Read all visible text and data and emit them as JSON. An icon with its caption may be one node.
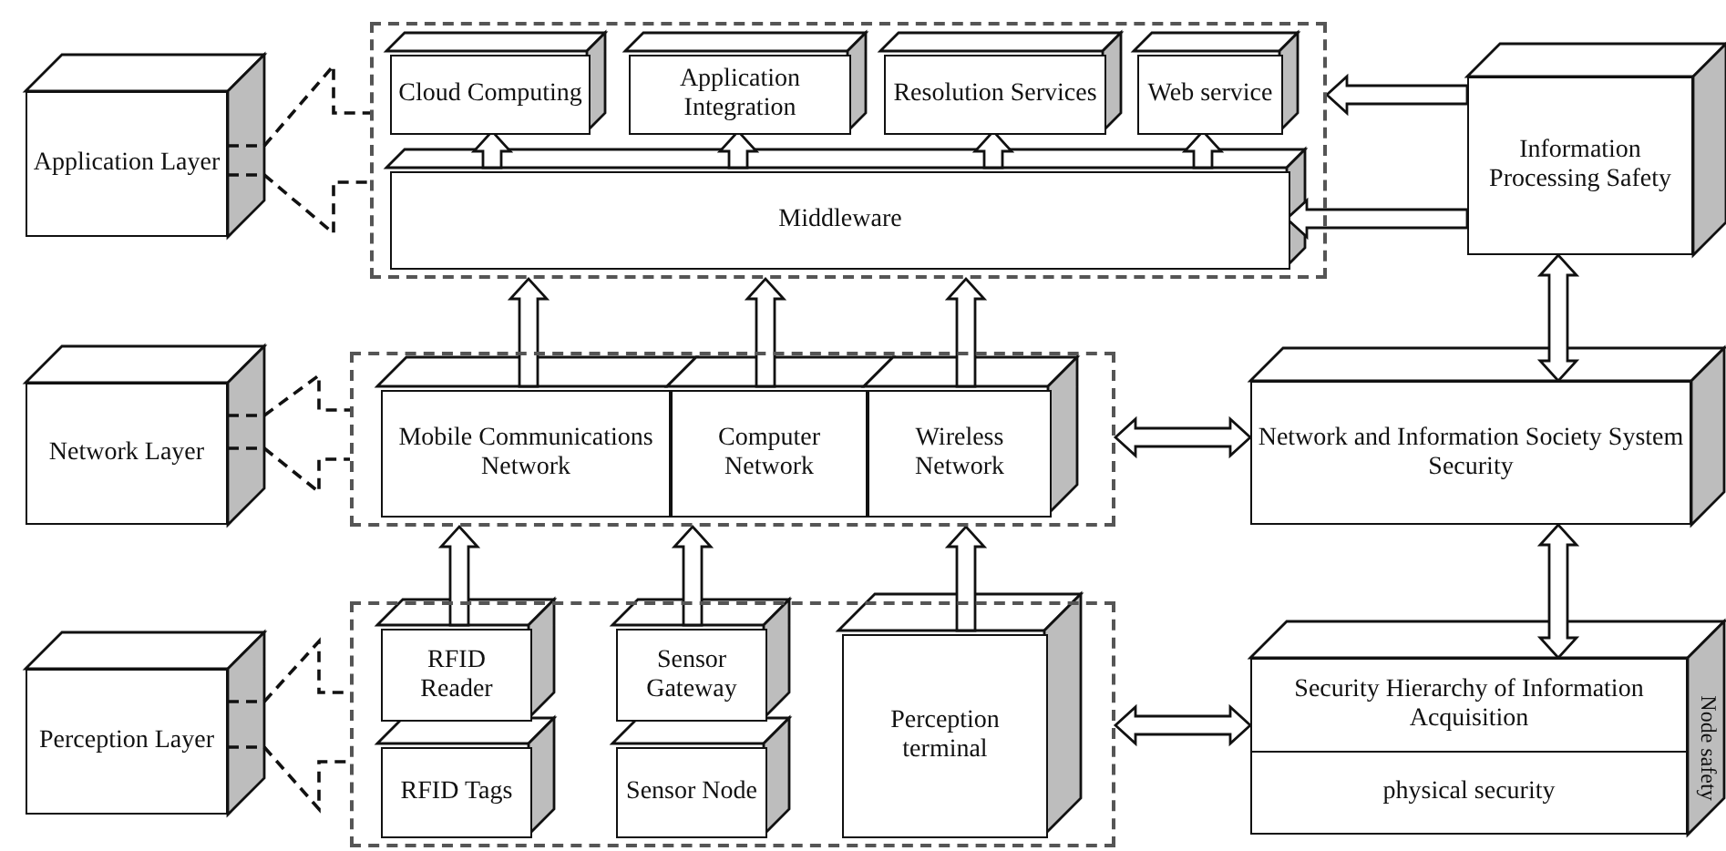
{
  "diagram": {
    "nodes": [
      {
        "text": [
          "Application Layer"
        ]
      },
      {
        "text": [],
        "shape": "box"
      },
      {
        "text": [
          "Cloud Computing"
        ],
        "in": 1
      },
      {
        "text": [
          "Application Integration"
        ],
        "in": 1
      },
      {
        "text": [
          "Resolution Services"
        ],
        "in": 1
      },
      {
        "text": [
          "Web service"
        ],
        "in": 1
      },
      {
        "text": [
          "Middleware"
        ],
        "in": 1
      },
      {
        "text": [
          "Network Layer"
        ]
      },
      {
        "text": [],
        "shape": "box"
      },
      {
        "text": [
          "Mobile Communications Network"
        ],
        "in": 8
      },
      {
        "text": [
          "Computer Network"
        ],
        "in": 8
      },
      {
        "text": [
          "Wireless Network"
        ],
        "in": 8
      },
      {
        "text": [
          "Perception Layer"
        ]
      },
      {
        "text": [],
        "shape": "box"
      },
      {
        "text": [
          "RFID Reader"
        ],
        "in": 13
      },
      {
        "text": [
          "RFID Tags"
        ],
        "in": 13
      },
      {
        "text": [
          "Sensor Gateway"
        ],
        "in": 13
      },
      {
        "text": [
          "Sensor Node"
        ],
        "in": 13
      },
      {
        "text": [
          "Perception terminal"
        ],
        "in": 13
      },
      {
        "text": [
          "Information Processing Safety"
        ]
      },
      {
        "text": [
          "Network and Information Society System Security"
        ]
      },
      {
        "text": [
          "Security Hierarchy of Information Acquisition",
          "physical security"
        ],
        "beside": [
          "Node safety"
        ]
      }
    ],
    "edges": [
      {
        "from": 0,
        "to": 1,
        "arrow": "none",
        "style": "dashed"
      },
      {
        "from": 0,
        "to": 1,
        "arrow": "none",
        "style": "dashed"
      },
      {
        "from": 7,
        "to": 8,
        "arrow": "none",
        "style": "dashed"
      },
      {
        "from": 7,
        "to": 8,
        "arrow": "none",
        "style": "dashed"
      },
      {
        "from": 12,
        "to": 13,
        "arrow": "none",
        "style": "dashed"
      },
      {
        "from": 12,
        "to": 13,
        "arrow": "none",
        "style": "dashed"
      },
      {
        "from": 6,
        "to": 2,
        "arrow": "to"
      },
      {
        "from": 6,
        "to": 3,
        "arrow": "to"
      },
      {
        "from": 6,
        "to": 4,
        "arrow": "to"
      },
      {
        "from": 6,
        "to": 5,
        "arrow": "to"
      },
      {
        "from": 9,
        "to": 1,
        "arrow": "to"
      },
      {
        "from": 10,
        "to": 1,
        "arrow": "to"
      },
      {
        "from": 11,
        "to": 1,
        "arrow": "to"
      },
      {
        "from": 14,
        "to": 8,
        "arrow": "to"
      },
      {
        "from": 16,
        "to": 8,
        "arrow": "to"
      },
      {
        "from": 18,
        "to": 8,
        "arrow": "to"
      },
      {
        "from": 19,
        "to": 1,
        "arrow": "to"
      },
      {
        "from": 19,
        "to": 6,
        "arrow": "to"
      },
      {
        "from": 19,
        "to": 20,
        "arrow": "both"
      },
      {
        "from": 20,
        "to": 21,
        "arrow": "both"
      },
      {
        "from": 8,
        "to": 20,
        "arrow": "both"
      },
      {
        "from": 13,
        "to": 21,
        "arrow": "both"
      }
    ]
  }
}
